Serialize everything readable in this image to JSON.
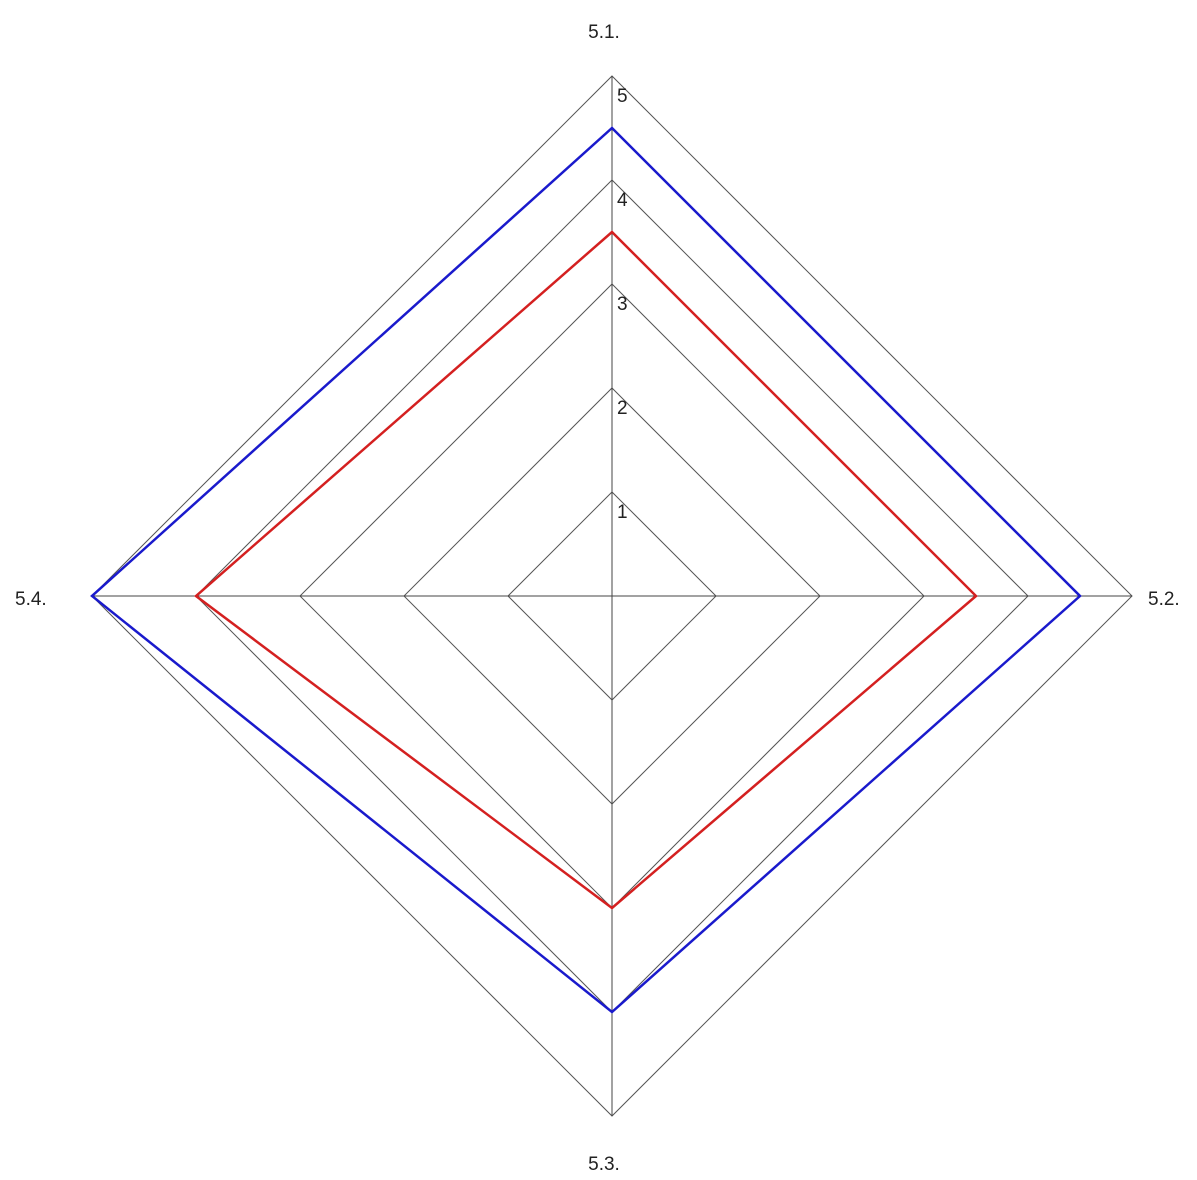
{
  "chart_data": {
    "type": "radar",
    "axes": [
      "5.1.",
      "5.2.",
      "5.3.",
      "5.4."
    ],
    "rlim": [
      0,
      5
    ],
    "ticks": [
      "1",
      "2",
      "3",
      "4",
      "5"
    ],
    "grid": true,
    "series": [
      {
        "color": "#1a1acc",
        "values": [
          4.5,
          4.5,
          4.0,
          5.0
        ]
      },
      {
        "color": "#d42020",
        "values": [
          3.5,
          3.5,
          3.0,
          4.0
        ]
      }
    ]
  }
}
